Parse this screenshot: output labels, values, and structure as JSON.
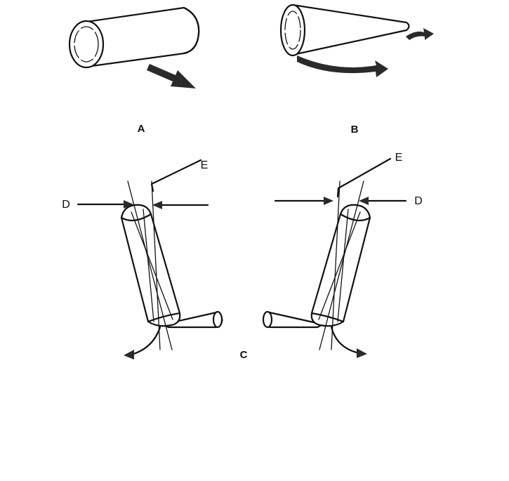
{
  "labels": {
    "panel_a": "A",
    "panel_b": "B",
    "panel_c": "C",
    "d_left": "D",
    "e_left": "E",
    "d_right": "D",
    "e_right": "E"
  }
}
